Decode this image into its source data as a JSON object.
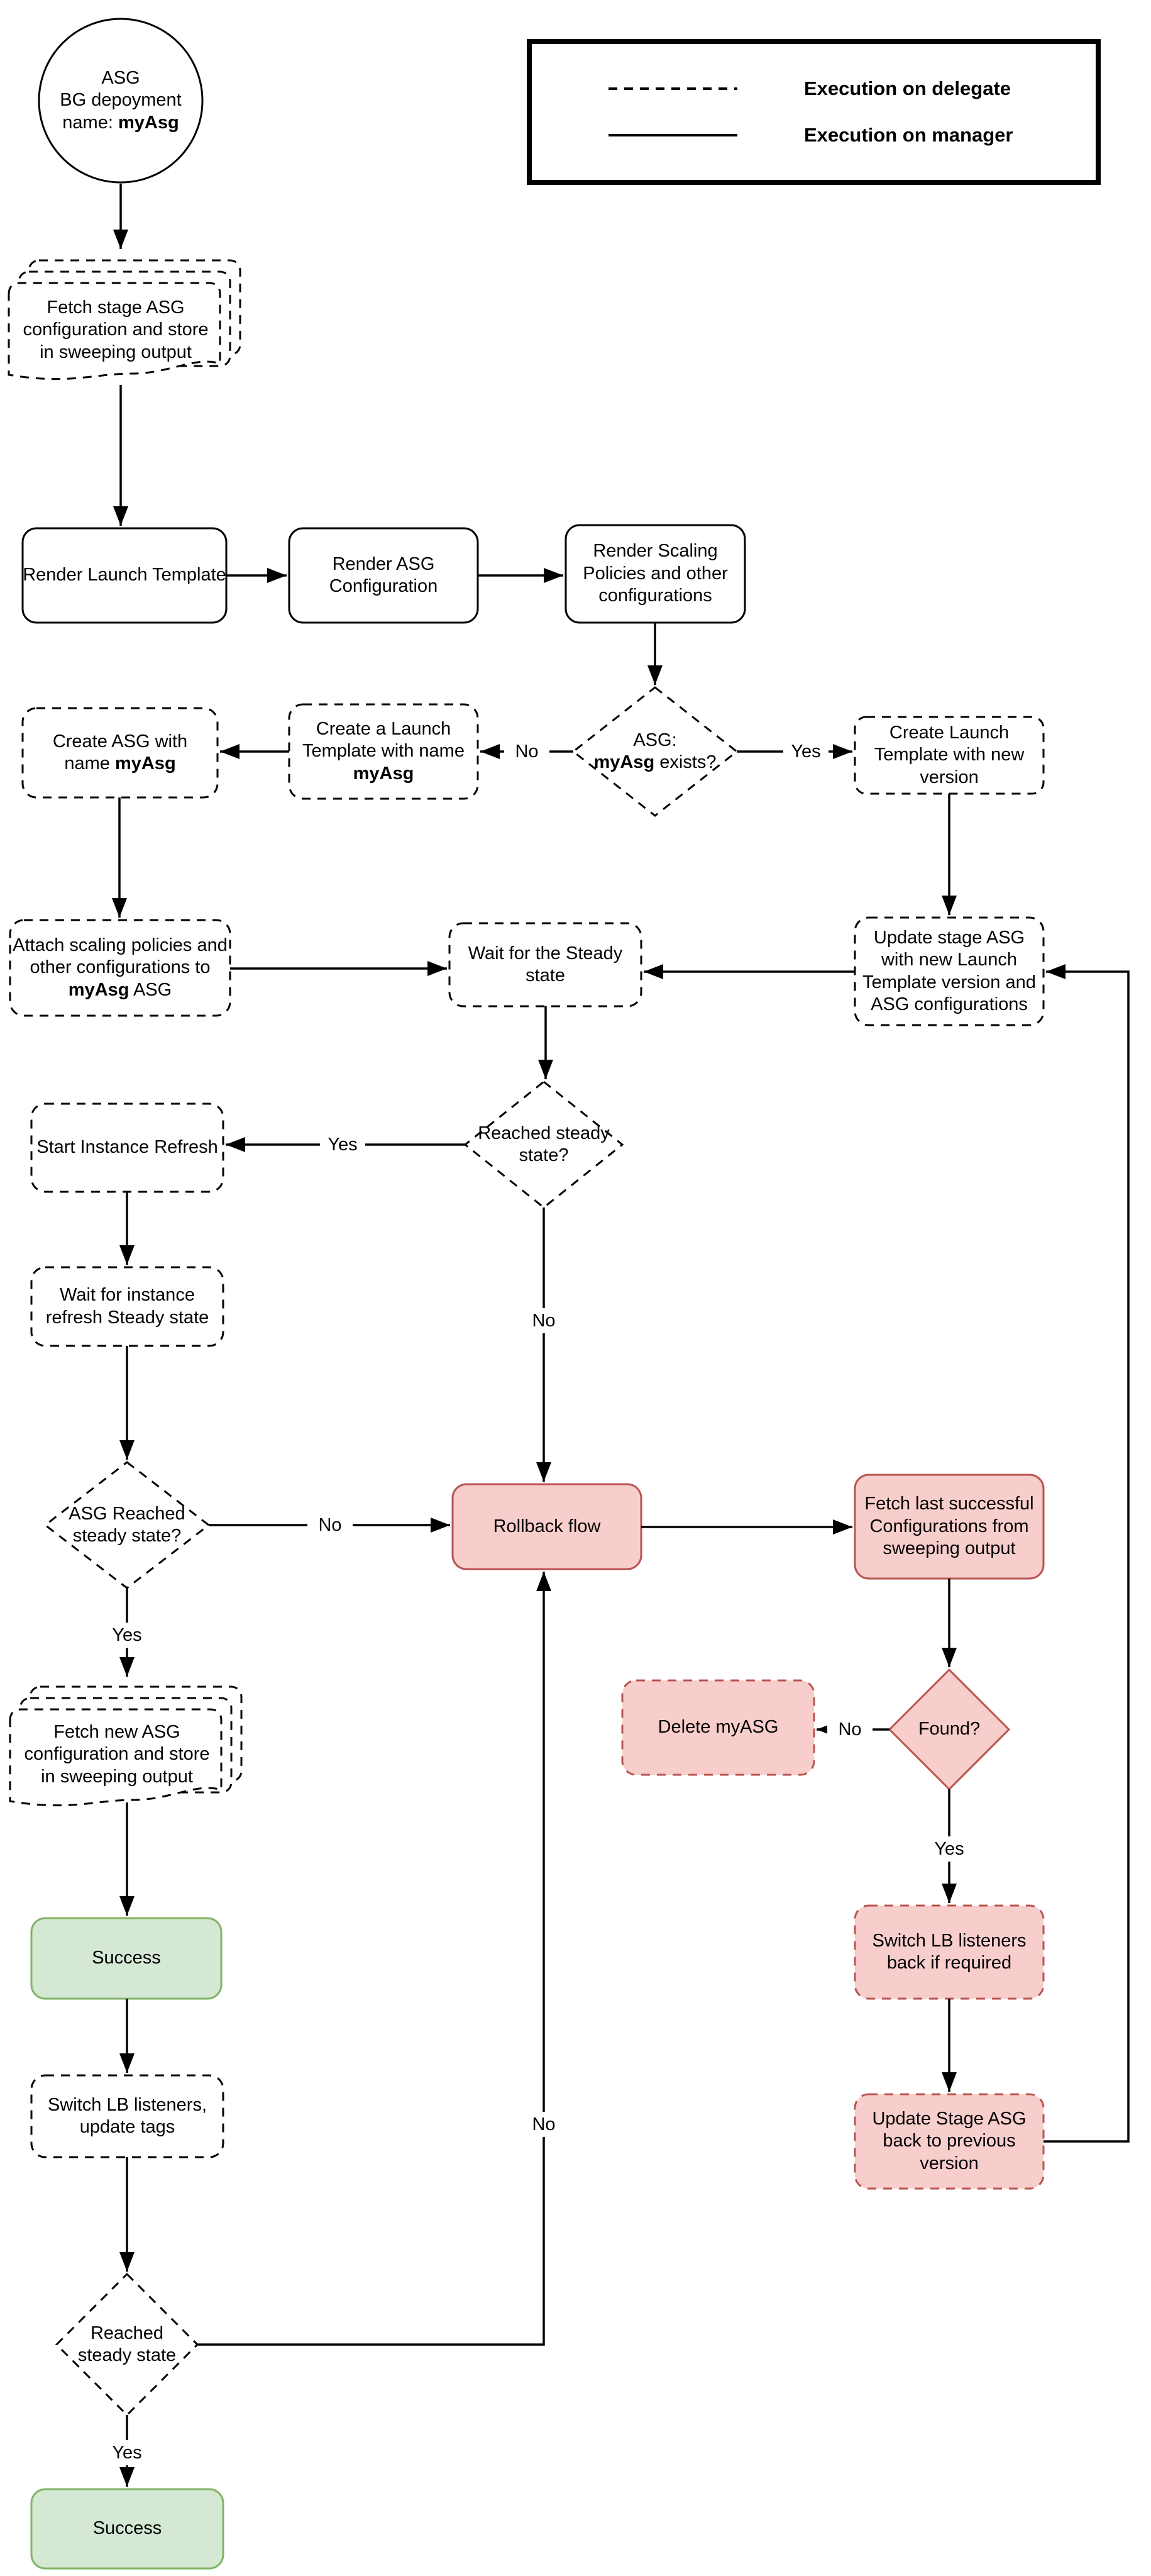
{
  "colors": {
    "red_fill": "#f8cecc",
    "red_stroke": "#b85450",
    "green_fill": "#d5e8d4",
    "green_stroke": "#82b366"
  },
  "legend": {
    "delegate_label": "Execution on delegate",
    "manager_label": "Execution on manager"
  },
  "nodes": {
    "start": {
      "line1": "ASG",
      "line2": "BG depoyment",
      "line3_prefix": "name: ",
      "line3_bold": "myAsg"
    },
    "fetch_stage": {
      "text": "Fetch stage ASG configuration and store in sweeping output"
    },
    "render_launch": {
      "text": "Render Launch Template"
    },
    "render_asg_config": {
      "text": "Render ASG Configuration"
    },
    "render_scaling": {
      "text": "Render Scaling Policies and other configurations"
    },
    "asg_exists": {
      "line1": "ASG:",
      "bold": "myAsg",
      "suffix": " exists?"
    },
    "create_launch_myasg": {
      "prefix": "Create a Launch Template with name ",
      "bold": "myAsg"
    },
    "create_asg": {
      "prefix": "Create ASG with name ",
      "bold": "myAsg"
    },
    "create_launch_new": {
      "text": "Create Launch Template with new version"
    },
    "attach_scaling": {
      "prefix": "Attach scaling policies and other configurations to ",
      "bold": "myAsg",
      "suffix": " ASG"
    },
    "wait_steady": {
      "text": "Wait for the Steady state"
    },
    "update_stage": {
      "text": "Update stage ASG with new Launch Template version and ASG configurations"
    },
    "reached_steady_q": {
      "text": "Reached steady state?"
    },
    "start_instance_refresh": {
      "text": "Start Instance Refresh"
    },
    "wait_instance_refresh": {
      "text": "Wait for instance refresh Steady state"
    },
    "asg_reached_q": {
      "text": "ASG Reached steady state?"
    },
    "rollback": {
      "text": "Rollback flow"
    },
    "fetch_last": {
      "text": "Fetch last successful Configurations from sweeping output"
    },
    "delete_myasg": {
      "text": "Delete myASG"
    },
    "found_q": {
      "text": "Found?"
    },
    "fetch_new": {
      "text": "Fetch new ASG configuration and store in sweeping output"
    },
    "success_mid": {
      "text": "Success"
    },
    "switch_lb": {
      "text": "Switch LB listeners, update tags"
    },
    "switch_lb_back": {
      "text": "Switch LB listeners back if required"
    },
    "update_stage_back": {
      "text": "Update Stage ASG back to previous version"
    },
    "reached_steady_final": {
      "text": "Reached steady state"
    },
    "success_final": {
      "text": "Success"
    }
  },
  "edge_labels": {
    "asg_exists_no": "No",
    "asg_exists_yes": "Yes",
    "reached_steady_yes": "Yes",
    "reached_steady_no": "No",
    "asg_reached_no": "No",
    "asg_reached_yes": "Yes",
    "found_no": "No",
    "found_yes": "Yes",
    "final_no": "No",
    "final_yes": "Yes"
  }
}
